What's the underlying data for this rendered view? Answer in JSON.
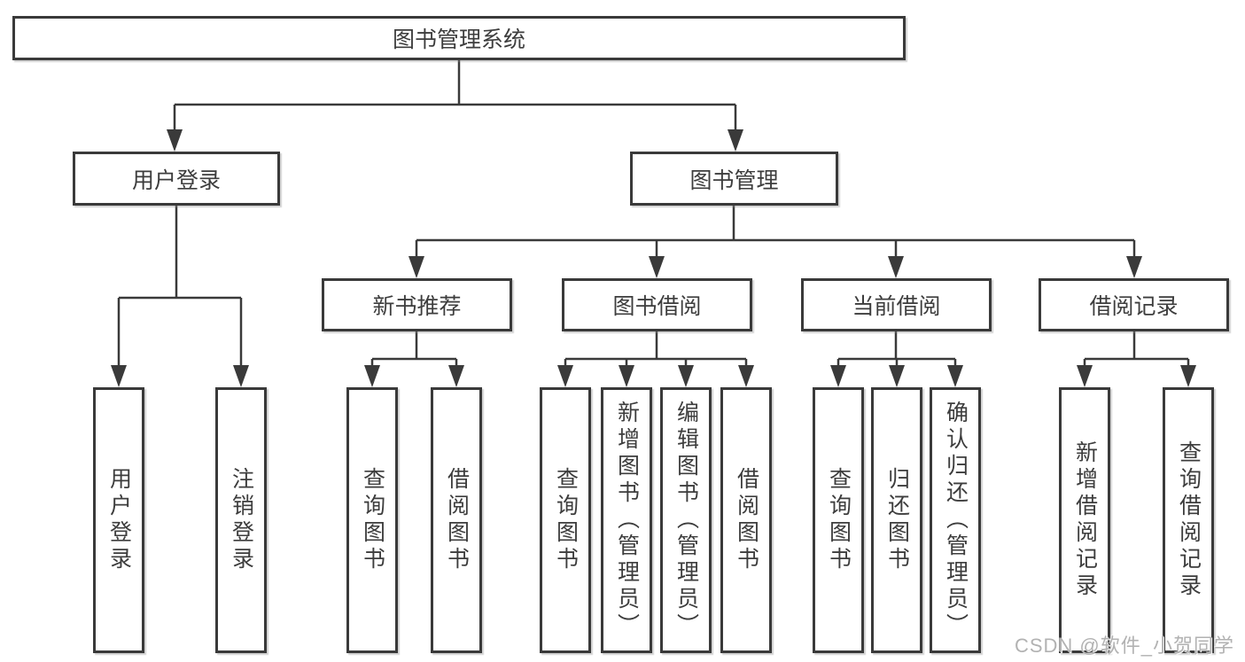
{
  "diagram": {
    "root": {
      "label": "图书管理系统"
    },
    "branches": [
      {
        "label": "用户登录",
        "children": [
          {
            "label": "用户登录"
          },
          {
            "label": "注销登录"
          }
        ]
      },
      {
        "label": "图书管理",
        "children": [
          {
            "label": "新书推荐",
            "children": [
              {
                "label": "查询图书"
              },
              {
                "label": "借阅图书"
              }
            ]
          },
          {
            "label": "图书借阅",
            "children": [
              {
                "label": "查询图书"
              },
              {
                "label": "新增图书（管理员）"
              },
              {
                "label": "编辑图书（管理员）"
              },
              {
                "label": "借阅图书"
              }
            ]
          },
          {
            "label": "当前借阅",
            "children": [
              {
                "label": "查询图书"
              },
              {
                "label": "归还图书"
              },
              {
                "label": "确认归还（管理员）"
              }
            ]
          },
          {
            "label": "借阅记录",
            "children": [
              {
                "label": "新增借阅记录"
              },
              {
                "label": "查询借阅记录"
              }
            ]
          }
        ]
      }
    ]
  },
  "watermark": {
    "text": "CSDN @软件_小贺同学"
  },
  "colors": {
    "line": "#3a3a3a",
    "text": "#3d3d3d",
    "background": "#ffffff",
    "watermark": "#b2b2b2"
  }
}
